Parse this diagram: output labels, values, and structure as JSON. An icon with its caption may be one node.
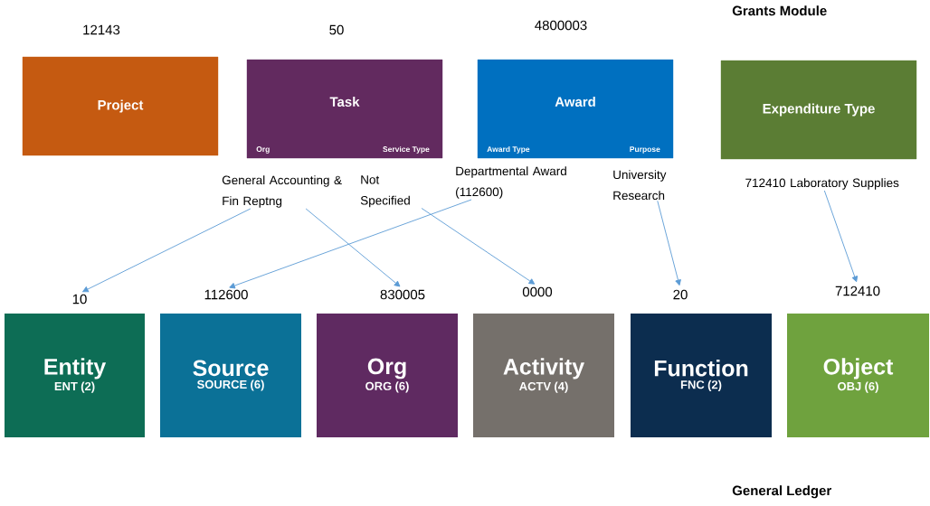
{
  "diagram": {
    "nodes": [
      {
        "text": [
          "Project"
        ],
        "beside": [
          "12143"
        ]
      },
      {
        "text": [
          "Task",
          "Org",
          "Service Type"
        ],
        "beside": [
          "50"
        ]
      },
      {
        "text": [
          "Award",
          "Award Type",
          "Purpose"
        ],
        "beside": [
          "4800003"
        ]
      },
      {
        "text": [
          "Expenditure Type"
        ]
      },
      {
        "text": [
          "General Accounting & Fin Reptng"
        ]
      },
      {
        "text": [
          "Not Specified"
        ]
      },
      {
        "text": [
          "Departmental Award (112600)"
        ]
      },
      {
        "text": [
          "University Research"
        ]
      },
      {
        "text": [
          "712410 Laboratory Supplies"
        ]
      },
      {
        "text": [
          "Entity",
          "ENT (2)"
        ],
        "beside": [
          "10"
        ]
      },
      {
        "text": [
          "Source",
          "SOURCE (6)"
        ],
        "beside": [
          "112600"
        ]
      },
      {
        "text": [
          "Org",
          "ORG (6)"
        ],
        "beside": [
          "830005"
        ]
      },
      {
        "text": [
          "Activity",
          "ACTV (4)"
        ],
        "beside": [
          "0000"
        ]
      },
      {
        "text": [
          "Function",
          "FNC (2)"
        ],
        "beside": [
          "20"
        ]
      },
      {
        "text": [
          "Object",
          "OBJ (6)"
        ],
        "beside": [
          "712410"
        ]
      }
    ],
    "edges": [
      {
        "from": 4,
        "to": 9,
        "arrow": "to"
      },
      {
        "from": 4,
        "to": 11,
        "arrow": "to"
      },
      {
        "from": 5,
        "to": 12,
        "arrow": "to"
      },
      {
        "from": 6,
        "to": 10,
        "arrow": "to"
      },
      {
        "from": 7,
        "to": 13,
        "arrow": "to"
      },
      {
        "from": 8,
        "to": 14,
        "arrow": "to"
      }
    ],
    "labels": [
      "Grants Module",
      "General Ledger"
    ]
  }
}
